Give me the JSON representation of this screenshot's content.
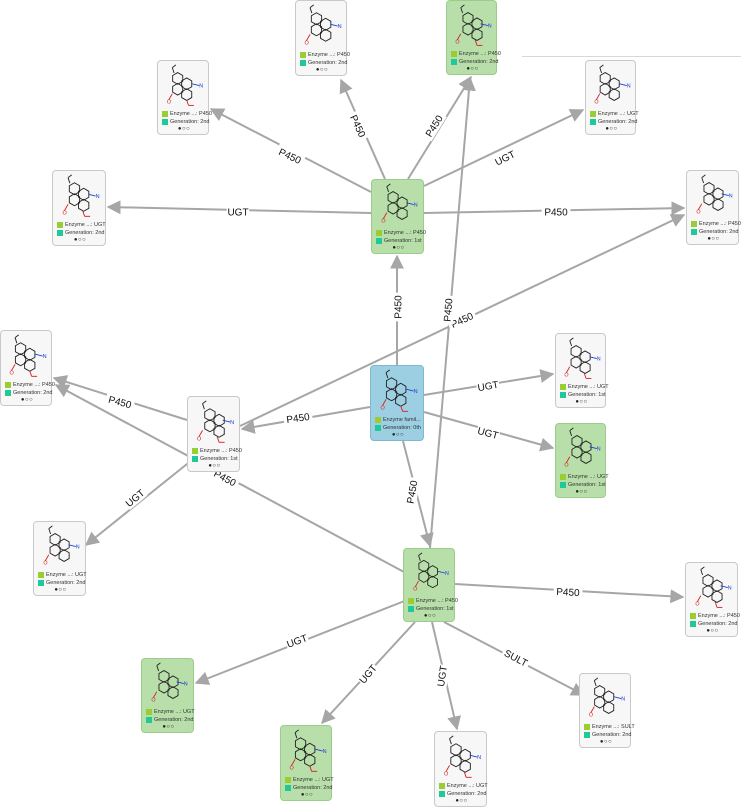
{
  "nodes": [
    {
      "id": "root",
      "variant": "blue",
      "enzyme": "Enzyme famil...",
      "generation": "Generation: 0th",
      "dots": "●○○"
    },
    {
      "id": "g1_top",
      "variant": "green",
      "enzyme": "Enzyme ...: P450",
      "generation": "Generation: 1st",
      "dots": "●○○"
    },
    {
      "id": "g1_left",
      "variant": "white",
      "enzyme": "Enzyme ...: P450",
      "generation": "Generation: 1st",
      "dots": "●○○"
    },
    {
      "id": "g1_bottom",
      "variant": "green",
      "enzyme": "Enzyme ...: P450",
      "generation": "Generation: 1st",
      "dots": "●○○"
    },
    {
      "id": "g1_ugt_a",
      "variant": "white",
      "enzyme": "Enzyme ...: UGT",
      "generation": "Generation: 1st",
      "dots": "●○○"
    },
    {
      "id": "g1_ugt_b",
      "variant": "green",
      "enzyme": "Enzyme ...: UGT",
      "generation": "Generation: 1st",
      "dots": "●○○"
    },
    {
      "id": "t_p450_a",
      "variant": "white",
      "enzyme": "Enzyme ...: P450",
      "generation": "Generation: 2nd",
      "dots": "●○○"
    },
    {
      "id": "t_p450_b",
      "variant": "white",
      "enzyme": "Enzyme ...: P450",
      "generation": "Generation: 2nd",
      "dots": "●○○"
    },
    {
      "id": "t_p450_c",
      "variant": "green",
      "enzyme": "Enzyme ...: P450",
      "generation": "Generation: 2nd",
      "dots": "●○○"
    },
    {
      "id": "t_ugt",
      "variant": "white",
      "enzyme": "Enzyme ...: UGT",
      "generation": "Generation: 2nd",
      "dots": "●○○"
    },
    {
      "id": "t_ugt_left",
      "variant": "white",
      "enzyme": "Enzyme ...: UGT",
      "generation": "Generation: 2nd",
      "dots": "●○○"
    },
    {
      "id": "t_p450_right",
      "variant": "white",
      "enzyme": "Enzyme ...: P450",
      "generation": "Generation: 2nd",
      "dots": "●○○"
    },
    {
      "id": "l_p450",
      "variant": "white",
      "enzyme": "Enzyme ...: P450",
      "generation": "Generation: 2nd",
      "dots": "●○○"
    },
    {
      "id": "l_ugt",
      "variant": "white",
      "enzyme": "Enzyme ...: UGT",
      "generation": "Generation: 2nd",
      "dots": "●○○"
    },
    {
      "id": "b_p450_right",
      "variant": "white",
      "enzyme": "Enzyme ...: P450",
      "generation": "Generation: 2nd",
      "dots": "●○○"
    },
    {
      "id": "b_sult",
      "variant": "white",
      "enzyme": "Enzyme ...: SULT",
      "generation": "Generation: 2nd",
      "dots": "●○○"
    },
    {
      "id": "b_ugt_a",
      "variant": "white",
      "enzyme": "Enzyme ...: UGT",
      "generation": "Generation: 2nd",
      "dots": "●○○"
    },
    {
      "id": "b_ugt_b",
      "variant": "green",
      "enzyme": "Enzyme ...: UGT",
      "generation": "Generation: 2nd",
      "dots": "●○○"
    },
    {
      "id": "b_ugt_c",
      "variant": "green",
      "enzyme": "Enzyme ...: UGT",
      "generation": "Generation: 2nd",
      "dots": "●○○"
    }
  ],
  "edges": [
    {
      "from": "root",
      "to": "g1_top",
      "label": "P450"
    },
    {
      "from": "root",
      "to": "g1_left",
      "label": "P450"
    },
    {
      "from": "root",
      "to": "g1_bottom",
      "label": "P450"
    },
    {
      "from": "root",
      "to": "g1_ugt_a",
      "label": "UGT"
    },
    {
      "from": "root",
      "to": "g1_ugt_b",
      "label": "UGT"
    },
    {
      "from": "g1_top",
      "to": "t_p450_a",
      "label": "P450"
    },
    {
      "from": "g1_top",
      "to": "t_p450_b",
      "label": "P450"
    },
    {
      "from": "g1_top",
      "to": "t_p450_c",
      "label": "P450"
    },
    {
      "from": "g1_top",
      "to": "t_ugt",
      "label": "UGT"
    },
    {
      "from": "g1_top",
      "to": "t_ugt_left",
      "label": "UGT"
    },
    {
      "from": "g1_top",
      "to": "t_p450_right",
      "label": "P450"
    },
    {
      "from": "g1_left",
      "to": "l_p450",
      "label": "P450"
    },
    {
      "from": "g1_left",
      "to": "l_ugt",
      "label": "UGT"
    },
    {
      "from": "g1_left",
      "to": "t_p450_right",
      "label": "P450"
    },
    {
      "from": "g1_bottom",
      "to": "l_p450",
      "label": "P450"
    },
    {
      "from": "g1_bottom",
      "to": "t_p450_c",
      "label": "P450"
    },
    {
      "from": "g1_bottom",
      "to": "b_p450_right",
      "label": "P450"
    },
    {
      "from": "g1_bottom",
      "to": "b_sult",
      "label": "SULT"
    },
    {
      "from": "g1_bottom",
      "to": "b_ugt_a",
      "label": "UGT"
    },
    {
      "from": "g1_bottom",
      "to": "b_ugt_b",
      "label": "UGT"
    },
    {
      "from": "g1_bottom",
      "to": "b_ugt_c",
      "label": "UGT"
    }
  ],
  "colors": {
    "node_green": "#b8dfa9",
    "node_blue": "#9ccfe2",
    "node_white": "#f7f7f7",
    "edge": "#a6a6a6",
    "enzyme_swatch": "#9acd32",
    "generation_swatch": "#20c997"
  }
}
